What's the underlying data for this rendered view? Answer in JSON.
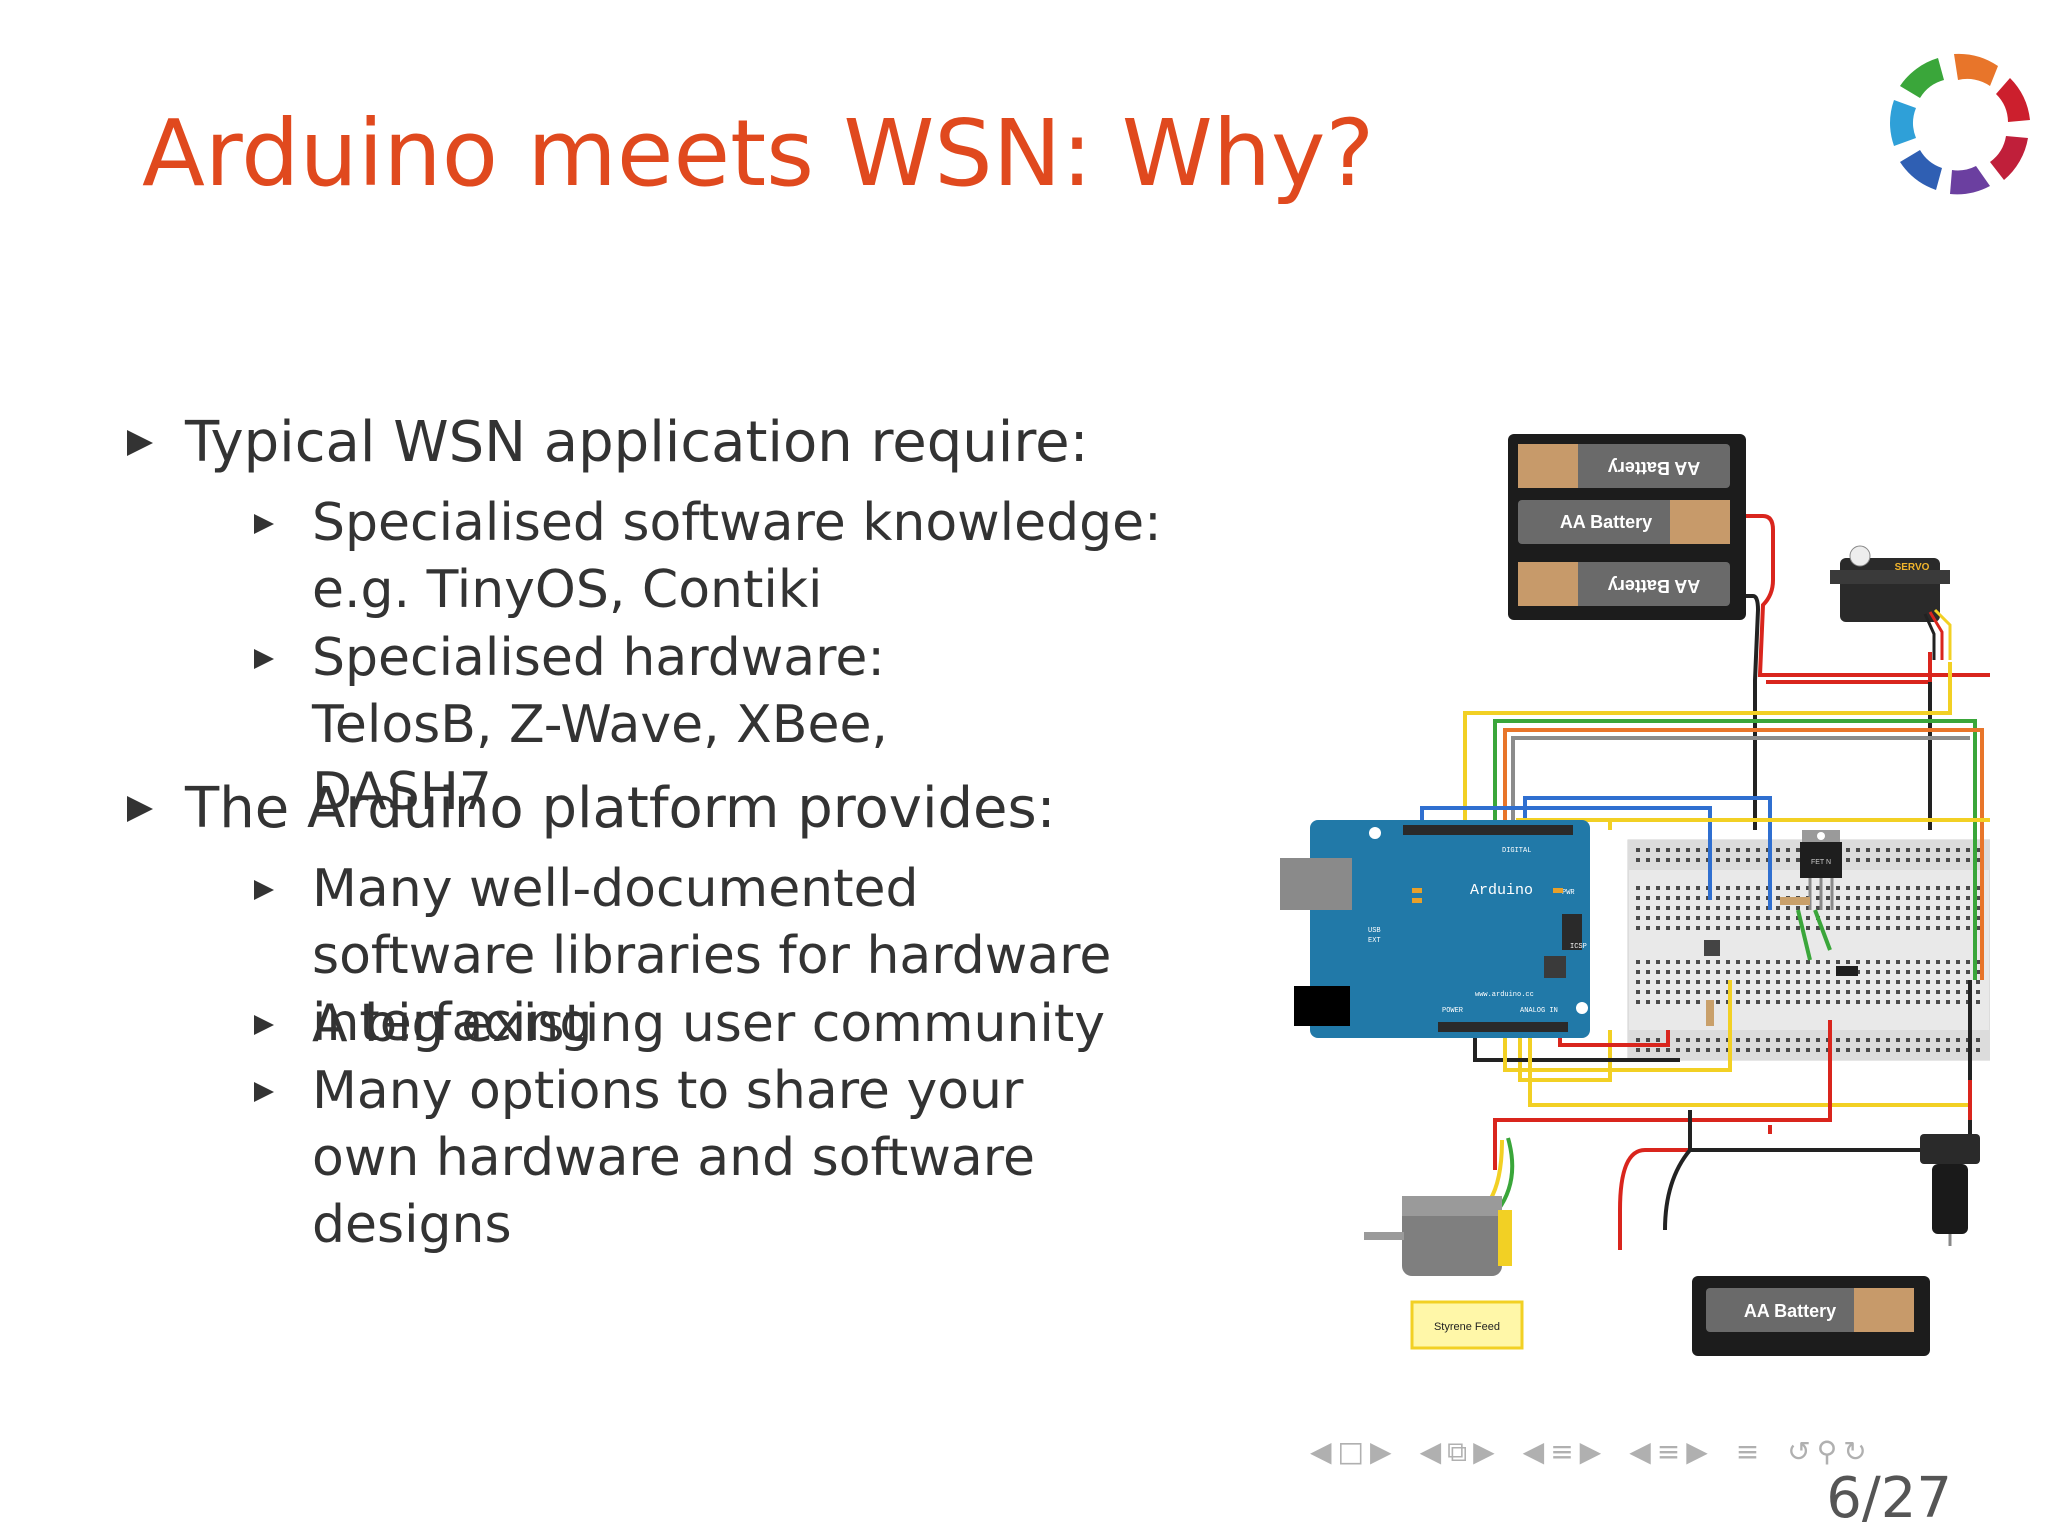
{
  "slide": {
    "title": "Arduino meets WSN: Why?",
    "title_color": "#e0491e",
    "page": "6/27"
  },
  "bullets": [
    {
      "text": "Typical WSN application require:",
      "children": [
        "Specialised software knowledge: e.g. TinyOS, Contiki",
        "Specialised hardware: TelosB, Z-Wave, XBee, DASH7"
      ]
    },
    {
      "text": "The Arduino platform provides:",
      "children": [
        "Many well-documented software libraries for hardware interfacing",
        "A big existing user community",
        "Many options to share your own hardware and software designs"
      ]
    }
  ],
  "diagram": {
    "battery_label": "AA Battery",
    "battery_label_flipped": "AA Battery",
    "servo_label": "SERVO",
    "arduino_label": "Arduino",
    "arduino_url": "www.arduino.cc",
    "arduino_digital": "DIGITAL",
    "arduino_power": "POWER",
    "arduino_analog": "ANALOG IN",
    "arduino_icsp": "ICSP",
    "arduino_usb": "USB",
    "arduino_ext": "EXT",
    "arduino_pwr": "PWR",
    "transistor_label": "FET N",
    "motor_label": "Styrene Feed"
  },
  "navigation": {
    "icons": [
      "frame-prev-icon",
      "frame-icon",
      "frame-next-icon",
      "subsection-prev-icon",
      "subsection-icon",
      "subsection-next-icon",
      "section-prev-icon",
      "section-icon",
      "section-next-icon",
      "doc-prev-icon",
      "doc-icon",
      "doc-next-icon",
      "align-icon",
      "back-icon",
      "search-icon",
      "forward-icon"
    ]
  },
  "colors": {
    "text": "#333333",
    "wire_red": "#d9251d",
    "wire_yellow": "#f2d024",
    "wire_green": "#3aa63a",
    "wire_blue": "#2f6fd0",
    "wire_orange": "#e8752a",
    "wire_gray": "#8c8c8c",
    "arduino_blue": "#2179a8"
  }
}
